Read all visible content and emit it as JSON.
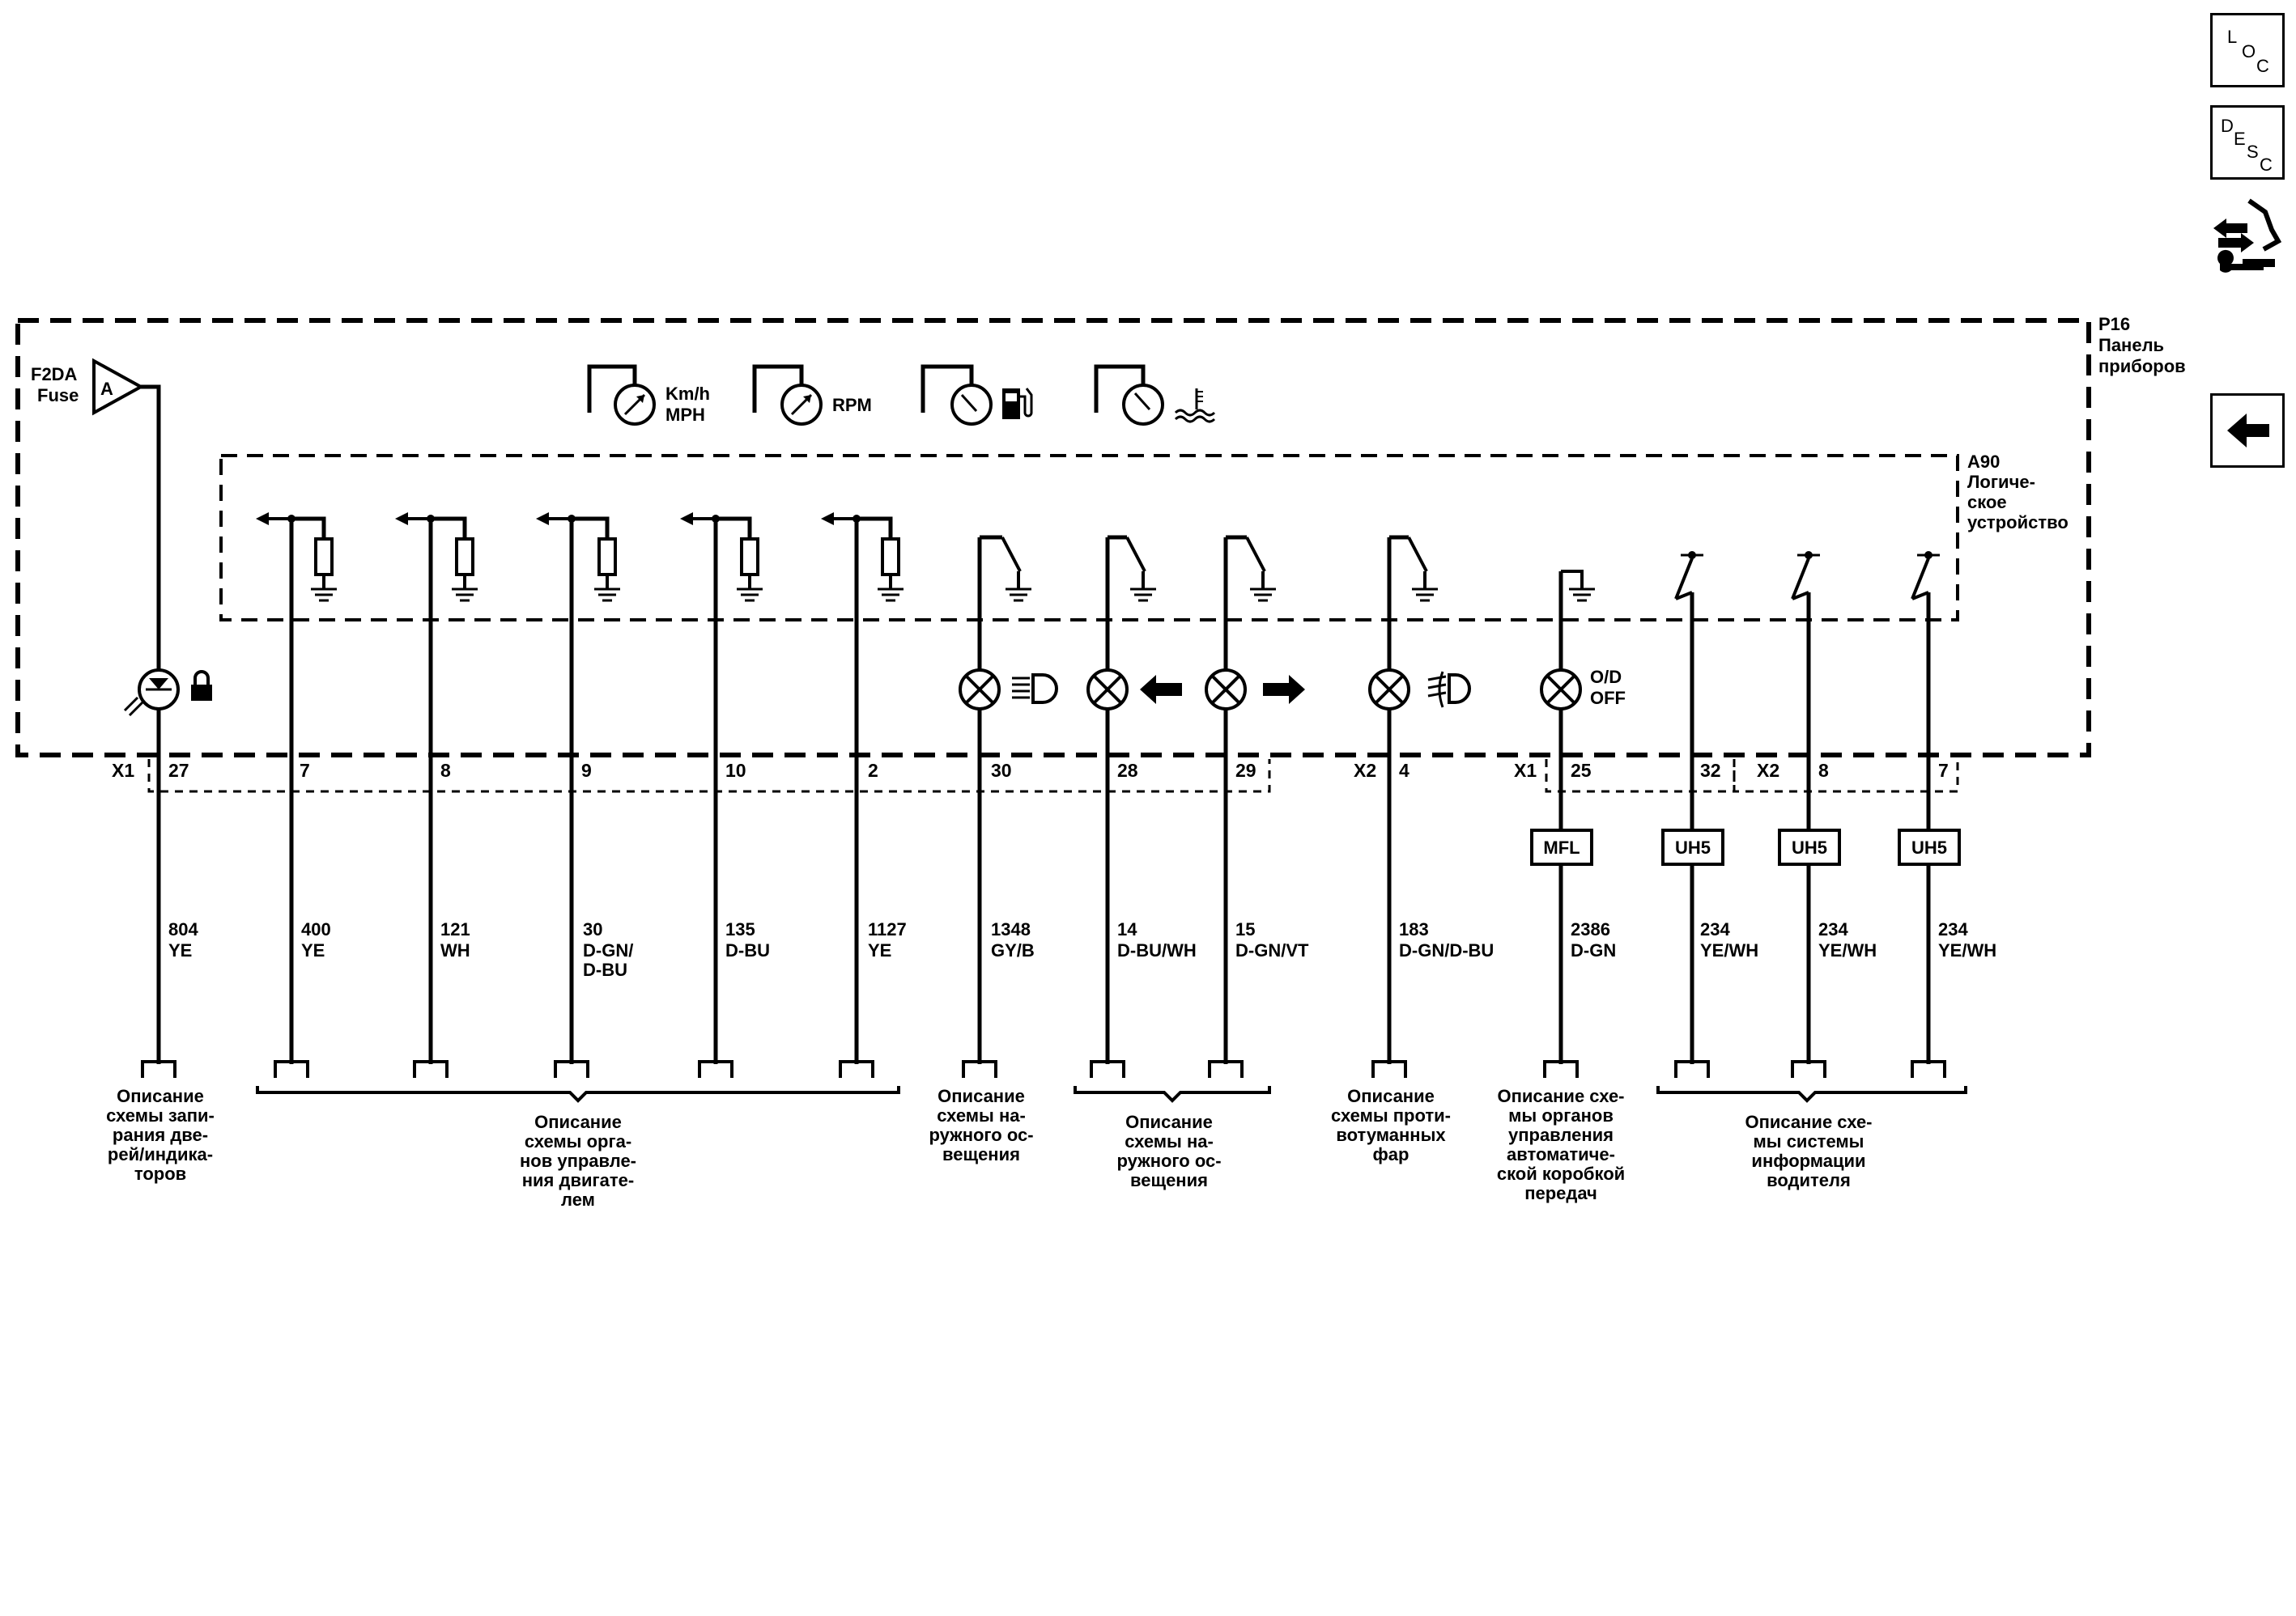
{
  "nav": {
    "loc": {
      "l1": "L",
      "l2": "O",
      "l3": "C"
    },
    "desc": {
      "l1": "D",
      "l2": "E",
      "l3": "S",
      "l4": "C"
    }
  },
  "modules": {
    "p16": {
      "id": "P16",
      "line1": "Панель",
      "line2": "приборов"
    },
    "a90": {
      "id": "A90",
      "line1": "Логиче-",
      "line2": "ское",
      "line3": "устройство"
    }
  },
  "fuse": {
    "line1": "F2DA",
    "line2": "Fuse",
    "symbol": "A"
  },
  "gauges": {
    "speed_line1": "Km/h",
    "speed_line2": "MPH",
    "rpm": "RPM"
  },
  "lamps": {
    "od_line1": "O/D",
    "od_line2": "OFF"
  },
  "connectors": {
    "x1_a": "X1",
    "x2_a": "X2",
    "x1_b": "X1",
    "x2_b": "X2"
  },
  "pins": [
    "27",
    "7",
    "8",
    "9",
    "10",
    "2",
    "30",
    "28",
    "29",
    "4",
    "25",
    "32",
    "8",
    "7"
  ],
  "wires": [
    {
      "circuit": "804",
      "color": "YE"
    },
    {
      "circuit": "400",
      "color": "YE"
    },
    {
      "circuit": "121",
      "color": "WH"
    },
    {
      "circuit": "30",
      "color": "D-GN/",
      "color2": "D-BU"
    },
    {
      "circuit": "135",
      "color": "D-BU"
    },
    {
      "circuit": "1127",
      "color": "YE"
    },
    {
      "circuit": "1348",
      "color": "GY/B"
    },
    {
      "circuit": "14",
      "color": "D-BU/WH"
    },
    {
      "circuit": "15",
      "color": "D-GN/VT"
    },
    {
      "circuit": "183",
      "color": "D-GN/D-BU"
    },
    {
      "circuit": "2386",
      "color": "D-GN"
    },
    {
      "circuit": "234",
      "color": "YE/WH"
    },
    {
      "circuit": "234",
      "color": "YE/WH"
    },
    {
      "circuit": "234",
      "color": "YE/WH"
    }
  ],
  "option_boxes": [
    "MFL",
    "UH5",
    "UH5",
    "UH5"
  ],
  "references": [
    {
      "lines": [
        "Описание",
        "схемы запи-",
        "рания две-",
        "рей/индика-",
        "торов"
      ]
    },
    {
      "lines": [
        "Описание",
        "схемы орга-",
        "нов управле-",
        "ния двигате-",
        "лем"
      ]
    },
    {
      "lines": [
        "Описание",
        "схемы на-",
        "ружного ос-",
        "вещения"
      ]
    },
    {
      "lines": [
        "Описание",
        "схемы на-",
        "ружного ос-",
        "вещения"
      ]
    },
    {
      "lines": [
        "Описание",
        "схемы проти-",
        "вотуманных",
        "фар"
      ]
    },
    {
      "lines": [
        "Описание схе-",
        "мы органов",
        "управления",
        "автоматиче-",
        "ской коробкой",
        "передач"
      ]
    },
    {
      "lines": [
        "Описание схе-",
        "мы системы",
        "информации",
        "водителя"
      ]
    }
  ]
}
